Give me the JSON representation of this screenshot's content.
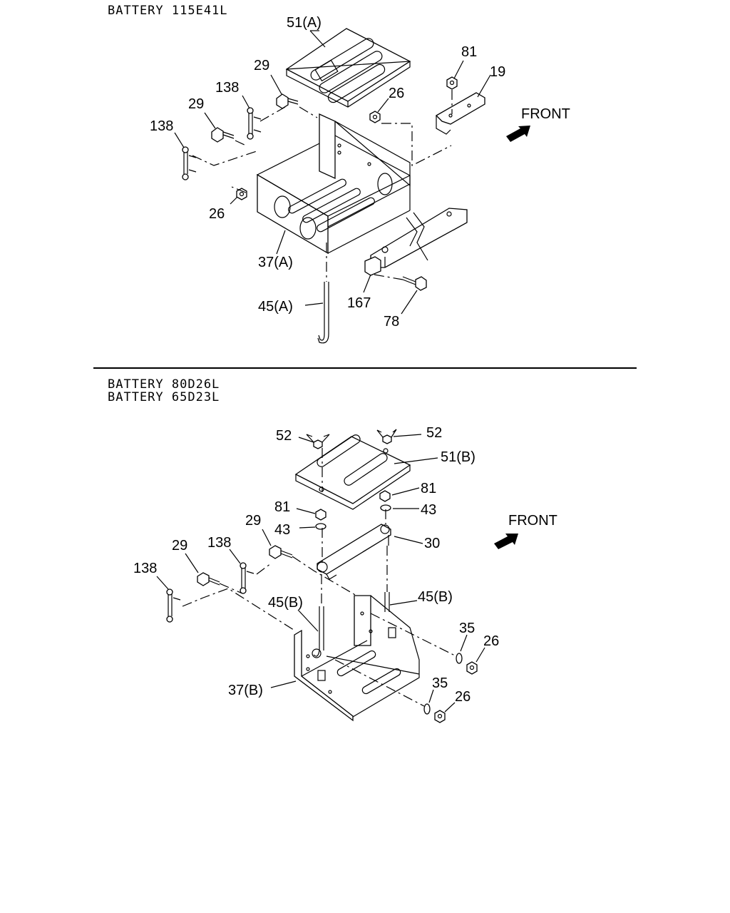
{
  "section_a": {
    "title": "BATTERY 115E41L",
    "front_label": "FRONT",
    "callouts": {
      "c51a": "51(A)",
      "c29a": "29",
      "c138a": "138",
      "c29b": "29",
      "c138b": "138",
      "c26a": "26",
      "c81": "81",
      "c19": "19",
      "c26b": "26",
      "c37a": "37(A)",
      "c45a": "45(A)",
      "c167": "167",
      "c78": "78"
    }
  },
  "section_b": {
    "title_1": "BATTERY 80D26L",
    "title_2": "BATTERY 65D23L",
    "front_label": "FRONT",
    "callouts": {
      "c52a": "52",
      "c52b": "52",
      "c51b": "51(B)",
      "c81a": "81",
      "c43a": "43",
      "c81b": "81",
      "c43b": "43",
      "c29a": "29",
      "c29b": "29",
      "c138a": "138",
      "c138b": "138",
      "c30": "30",
      "c45b1": "45(B)",
      "c45b2": "45(B)",
      "c35a": "35",
      "c26a": "26",
      "c37b": "37(B)",
      "c35b": "35",
      "c26b": "26"
    }
  }
}
